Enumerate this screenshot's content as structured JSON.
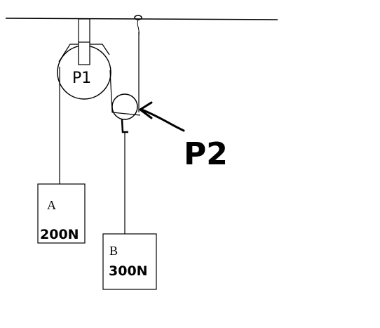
{
  "labels": {
    "pulley1": "P1",
    "pulley2": "P2",
    "block_a_name": "A",
    "block_a_weight": "200N",
    "block_b_name": "B",
    "block_b_weight": "300N"
  },
  "colors": {
    "ink": "#000000",
    "background": "#ffffff"
  }
}
